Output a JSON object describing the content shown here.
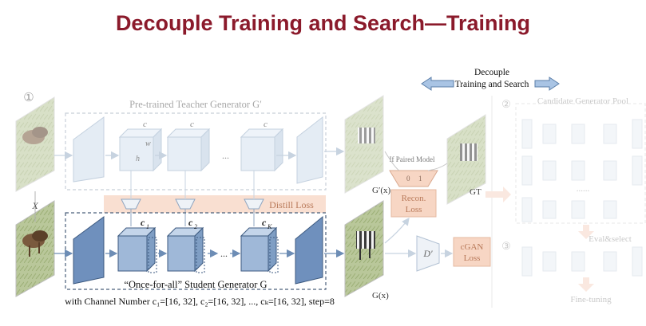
{
  "title": "Decouple Training and Search—Training",
  "step1_marker": "①",
  "step2_marker": "②",
  "step3_marker": "③",
  "teacher_label": "Pre-trained Teacher Generator G′",
  "teacher_dim_c1": "c",
  "teacher_dim_c2": "c",
  "teacher_dim_c3": "c",
  "teacher_dim_w": "w",
  "teacher_dim_h": "h",
  "teacher_ellipsis": "...",
  "student_ellipsis": "...",
  "x_label": "X",
  "teacher_output_label": "G′(x)",
  "student_output_label": "G(x)",
  "gt_label": "GT",
  "distill_loss": "Distill Loss",
  "recon_loss_line1": "Recon.",
  "recon_loss_line2": "Loss",
  "if_paired_model": "If Paired Model",
  "switch_0": "0",
  "switch_1": "1",
  "discriminator": "D′",
  "cgan_loss_line1": "cGAN",
  "cgan_loss_line2": "Loss",
  "decouple_line1": "Decouple",
  "decouple_line2": "Training and Search",
  "student_c1": "c",
  "student_c1_sub": "1",
  "student_c2": "c",
  "student_c2_sub": "2",
  "student_ck": "c",
  "student_ck_sub": "K",
  "student_label": "“Once-for-all” Student Generator G",
  "channel_caption": "with Channel Number c₁=[16, 32], c₂=[16, 32], ..., cₖ=[16, 32], step=8",
  "candidate_pool": "Candidate Generator Pool",
  "pool_ellipsis": "......",
  "eval_select": "Eval&select",
  "fine_tuning": "Fine-tuning",
  "colors": {
    "title": "#8b1a2b",
    "student_block": "#7f9ec4",
    "teacher_block": "#dde7f1",
    "loss_fill": "#f7d6c4",
    "loss_text": "#b97a5a"
  }
}
